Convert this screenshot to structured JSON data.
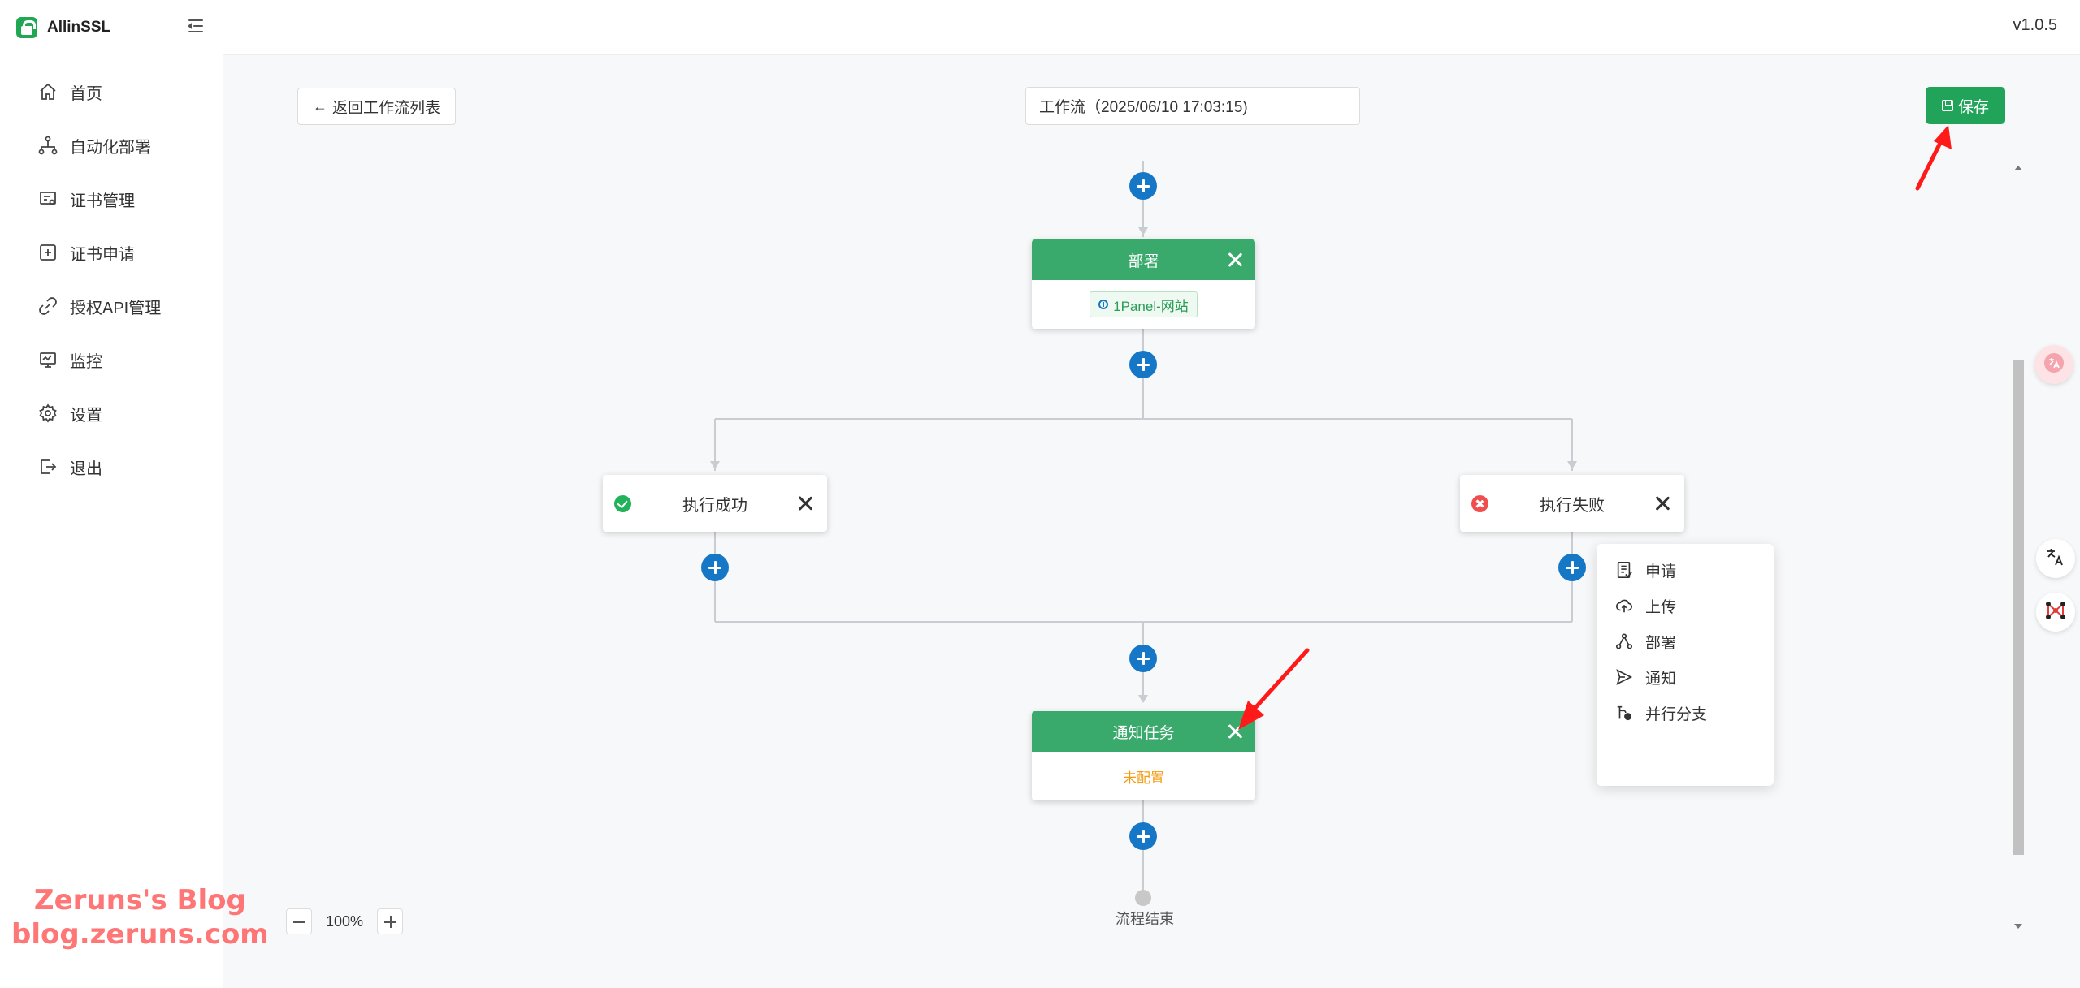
{
  "app": {
    "name": "AllinSSL",
    "version": "v1.0.5"
  },
  "sidebar": {
    "items": [
      {
        "label": "首页",
        "icon": "home-icon"
      },
      {
        "label": "自动化部署",
        "icon": "workflow-icon"
      },
      {
        "label": "证书管理",
        "icon": "certificate-icon"
      },
      {
        "label": "证书申请",
        "icon": "plus-square-icon"
      },
      {
        "label": "授权API管理",
        "icon": "api-link-icon"
      },
      {
        "label": "监控",
        "icon": "monitor-icon"
      },
      {
        "label": "设置",
        "icon": "gear-icon"
      },
      {
        "label": "退出",
        "icon": "logout-icon"
      }
    ]
  },
  "toolbar": {
    "back_label": "返回工作流列表",
    "workflow_name": "工作流（2025/06/10 17:03:15)",
    "save_label": "保存"
  },
  "flow": {
    "deploy_node": {
      "title": "部署",
      "tag": "1Panel-网站"
    },
    "success_branch": {
      "title": "执行成功"
    },
    "fail_branch": {
      "title": "执行失败"
    },
    "notify_node": {
      "title": "通知任务",
      "status": "未配置"
    },
    "end_label": "流程结束"
  },
  "add_menu": {
    "items": [
      {
        "label": "申请",
        "icon": "apply-icon"
      },
      {
        "label": "上传",
        "icon": "cloud-upload-icon"
      },
      {
        "label": "部署",
        "icon": "deploy-icon"
      },
      {
        "label": "通知",
        "icon": "send-icon"
      },
      {
        "label": "并行分支",
        "icon": "branch-icon"
      }
    ]
  },
  "zoom": {
    "value": "100%"
  },
  "watermark": {
    "line1": "Zeruns's Blog",
    "line2": "blog.zeruns.com"
  },
  "colors": {
    "brand_green": "#21a35a",
    "node_header_green": "#3aaa6c",
    "add_button_blue": "#1677c6",
    "warning_orange": "#f39c12",
    "error_red": "#f04e4e",
    "annotation_red": "#ff1a1a"
  }
}
